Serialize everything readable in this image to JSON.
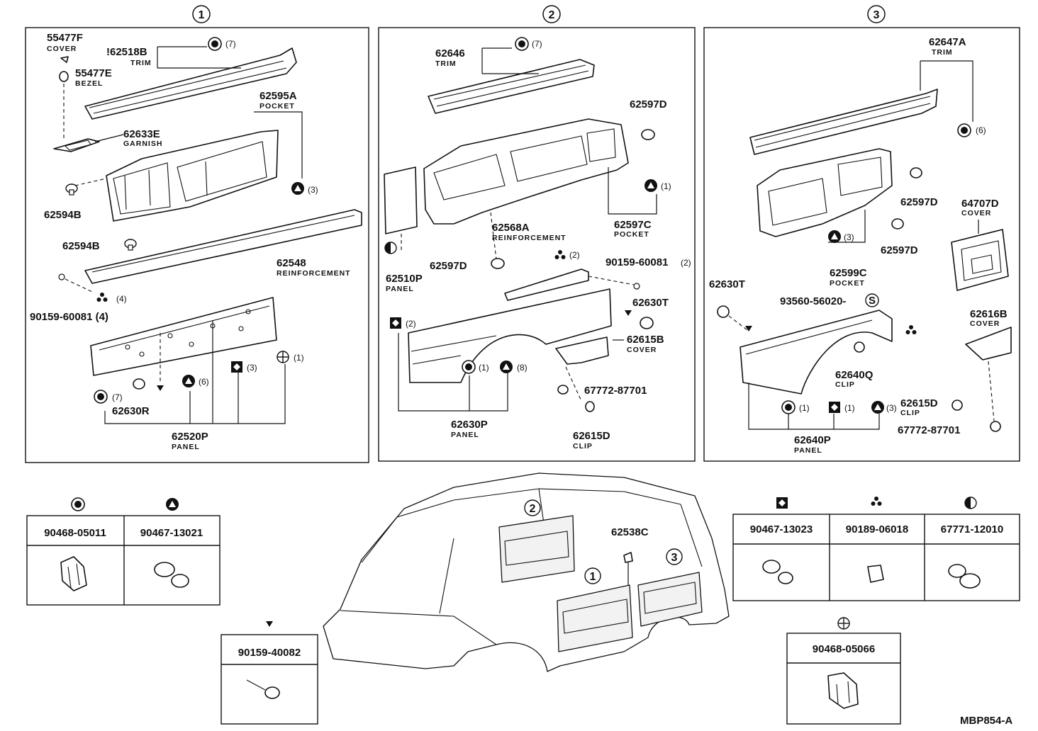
{
  "sections": [
    {
      "num": "1"
    },
    {
      "num": "2"
    },
    {
      "num": "3"
    }
  ],
  "panel1": {
    "p55477F": "55477F",
    "p55477F_sub": "COVER",
    "p62518B": "!62518B",
    "p62518B_sub": "TRIM",
    "p62518B_qty": "(7)",
    "p55477E": "55477E",
    "p55477E_sub": "BEZEL",
    "p62595A": "62595A",
    "p62595A_sub": "POCKET",
    "p62633E": "62633E",
    "p62633E_sub": "GARNISH",
    "pocket_qty": "(3)",
    "p62594B_a": "62594B",
    "p62594B_b": "62594B",
    "p62548": "62548",
    "p62548_sub": "REINFORCEMENT",
    "screw_qty": "(4)",
    "p90159": "90159-60081 (4)",
    "q7": "(7)",
    "q6": "(6)",
    "q3": "(3)",
    "q1": "(1)",
    "p62630R": "62630R",
    "p62520P": "62520P",
    "p62520P_sub": "PANEL"
  },
  "panel2": {
    "p62646": "62646",
    "p62646_sub": "TRIM",
    "p62646_qty": "(7)",
    "p62597D_a": "62597D",
    "p62597C_qty": "(1)",
    "p62597C": "62597C",
    "p62597C_sub": "POCKET",
    "p62568A": "62568A",
    "p62568A_sub": "REINFORCEMENT",
    "dot3_qty": "(2)",
    "p90159": "90159-60081",
    "p90159_qty": "(2)",
    "p62510P": "62510P",
    "p62510P_sub": "PANEL",
    "p62597D_b": "62597D",
    "p62630T": "62630T",
    "sq_qty": "(2)",
    "p62615B": "62615B",
    "p62615B_sub": "COVER",
    "q1": "(1)",
    "q8": "(8)",
    "p67772": "67772-87701",
    "p62630P": "62630P",
    "p62630P_sub": "PANEL",
    "p62615D": "62615D",
    "p62615D_sub": "CLIP"
  },
  "panel3": {
    "p62647A": "62647A",
    "p62647A_sub": "TRIM",
    "p62647A_qty": "(6)",
    "p62597D_a": "62597D",
    "p62597D_b": "62597D",
    "p64707D": "64707D",
    "p64707D_sub": "COVER",
    "pocket_qty": "(3)",
    "p62599C": "62599C",
    "p62599C_sub": "POCKET",
    "p62630T": "62630T",
    "p93560": "93560-56020-",
    "s_symbol": "S",
    "p62616B": "62616B",
    "p62616B_sub": "COVER",
    "p62640Q": "62640Q",
    "p62640Q_sub": "CLIP",
    "q1a": "(1)",
    "q1b": "(1)",
    "q3": "(3)",
    "p62615D": "62615D",
    "p62615D_sub": "CLIP",
    "p62640P": "62640P",
    "p62640P_sub": "PANEL",
    "p67772": "67772-87701"
  },
  "car": {
    "label2": "2",
    "label1": "1",
    "label3": "3",
    "p62538C": "62538C"
  },
  "legend_left": [
    {
      "code": "90468-05011",
      "symbol": "circle-ring"
    },
    {
      "code": "90467-13021",
      "symbol": "triangle-circle"
    }
  ],
  "legend_right": [
    {
      "code": "90467-13023",
      "symbol": "diamond-square"
    },
    {
      "code": "90189-06018",
      "symbol": "three-dots"
    },
    {
      "code": "67771-12010",
      "symbol": "half-circle"
    }
  ],
  "legend_screw": {
    "code": "90159-40082",
    "symbol": "small-triangle"
  },
  "legend_plus": {
    "code": "90468-05066",
    "symbol": "circle-plus"
  },
  "footer_code": "MBP854-A"
}
